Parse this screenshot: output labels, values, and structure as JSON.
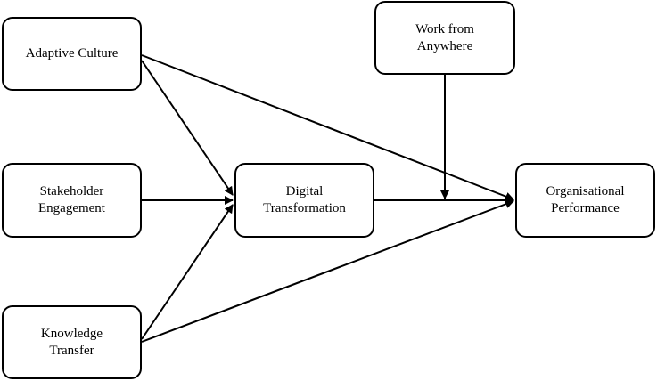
{
  "diagram": {
    "nodes": {
      "adaptive_culture": "Adaptive Culture",
      "stakeholder_engagement": "Stakeholder\nEngagement",
      "knowledge_transfer": "Knowledge\nTransfer",
      "digital_transformation": "Digital\nTransformation",
      "work_from_anywhere": "Work from\nAnywhere",
      "organisational_performance": "Organisational\nPerformance"
    },
    "edges": [
      {
        "from": "adaptive_culture",
        "to": "digital_transformation"
      },
      {
        "from": "stakeholder_engagement",
        "to": "digital_transformation"
      },
      {
        "from": "knowledge_transfer",
        "to": "digital_transformation"
      },
      {
        "from": "adaptive_culture",
        "to": "organisational_performance"
      },
      {
        "from": "knowledge_transfer",
        "to": "organisational_performance"
      },
      {
        "from": "digital_transformation",
        "to": "organisational_performance"
      },
      {
        "from": "work_from_anywhere",
        "to": "digital_transformation->organisational_performance",
        "type": "moderator"
      }
    ],
    "colors": {
      "stroke": "#000000",
      "fill": "#ffffff",
      "text": "#000000"
    }
  }
}
